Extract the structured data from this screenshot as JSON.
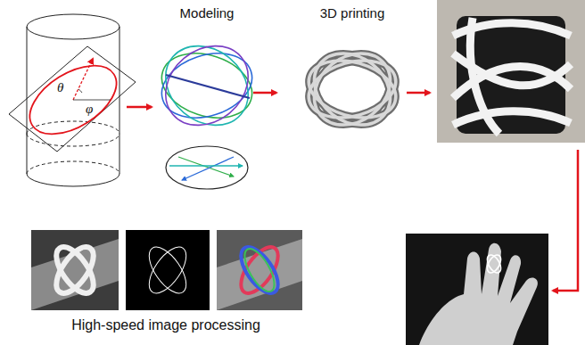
{
  "diagram": {
    "labels": [
      "θ",
      "φ",
      "Modeling",
      "3D printing",
      "High-speed image processing"
    ]
  }
}
